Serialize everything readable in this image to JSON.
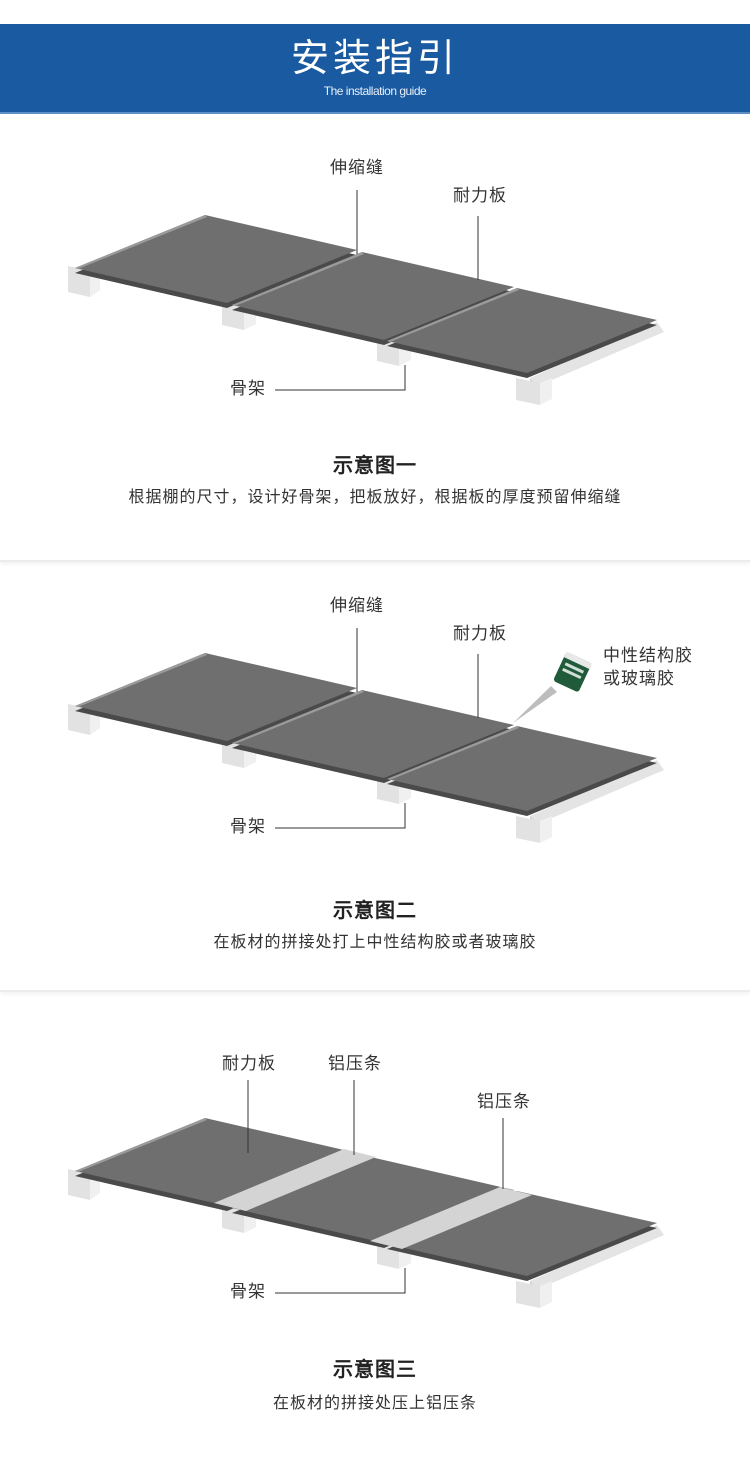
{
  "header": {
    "title": "安装指引",
    "subtitle": "The installation guide",
    "color": "#1a5aa0"
  },
  "sections": [
    {
      "labels": {
        "gap": "伸缩缝",
        "panel": "耐力板",
        "frame": "骨架"
      },
      "caption": "示意图一",
      "description": "根据棚的尺寸，设计好骨架，把板放好，根据板的厚度预留伸缩缝"
    },
    {
      "labels": {
        "gap": "伸缩缝",
        "panel": "耐力板",
        "glue_line1": "中性结构胶",
        "glue_line2": "或玻璃胶",
        "frame": "骨架"
      },
      "caption": "示意图二",
      "description": "在板材的拼接处打上中性结构胶或者玻璃胶"
    },
    {
      "labels": {
        "panel": "耐力板",
        "strip1": "铝压条",
        "strip2": "铝压条",
        "frame": "骨架"
      },
      "caption": "示意图三",
      "description": "在板材的拼接处压上铝压条"
    }
  ]
}
